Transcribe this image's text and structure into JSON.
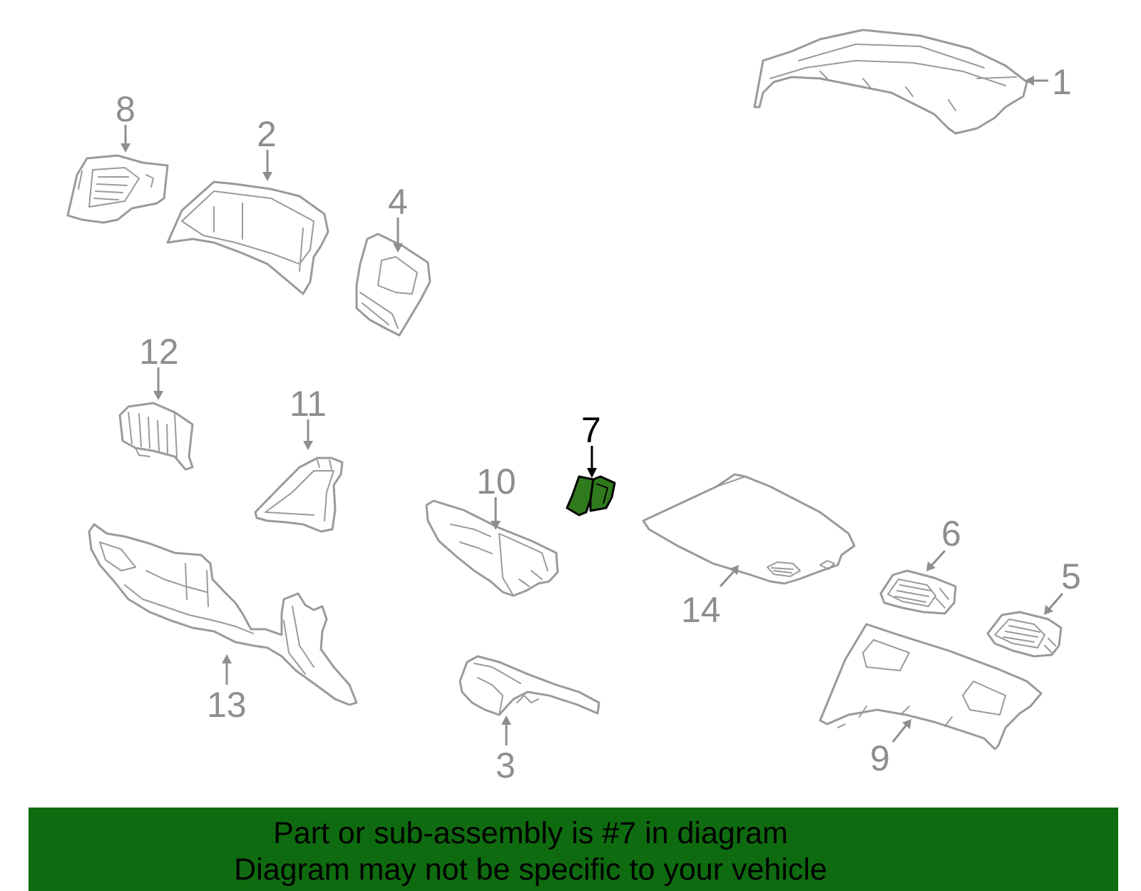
{
  "callouts": {
    "p1": "1",
    "p2": "2",
    "p3": "3",
    "p4": "4",
    "p5": "5",
    "p6": "6",
    "p7": "7",
    "p8": "8",
    "p9": "9",
    "p10": "10",
    "p11": "11",
    "p12": "12",
    "p13": "13",
    "p14": "14"
  },
  "highlight": {
    "part": "7",
    "fill_color": "#2f7a1c",
    "stroke_color": "#000000"
  },
  "colors": {
    "part_line": "#9a9a9a",
    "banner_bg": "#0f6b0f",
    "banner_text": "#000000"
  },
  "banner": {
    "line1": "Part or sub-assembly is #7 in diagram",
    "line2": "Diagram may not be specific to your vehicle"
  }
}
